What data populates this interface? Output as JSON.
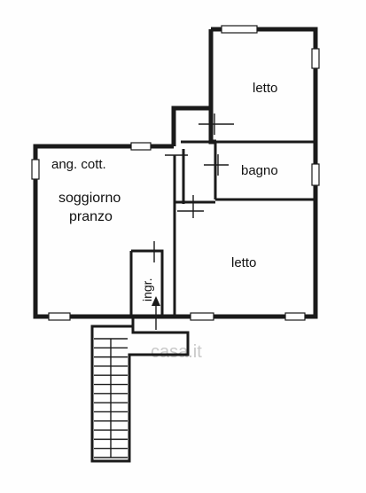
{
  "rooms": {
    "letto_top": "letto",
    "bagno": "bagno",
    "ang_cott": "ang. cott.",
    "soggiorno": "soggiorno",
    "pranzo": "pranzo",
    "letto_bottom": "letto",
    "ingr": "ingr."
  },
  "watermark": "casa.it",
  "colors": {
    "line": "#1a1a1a",
    "background": "#fefefe"
  }
}
